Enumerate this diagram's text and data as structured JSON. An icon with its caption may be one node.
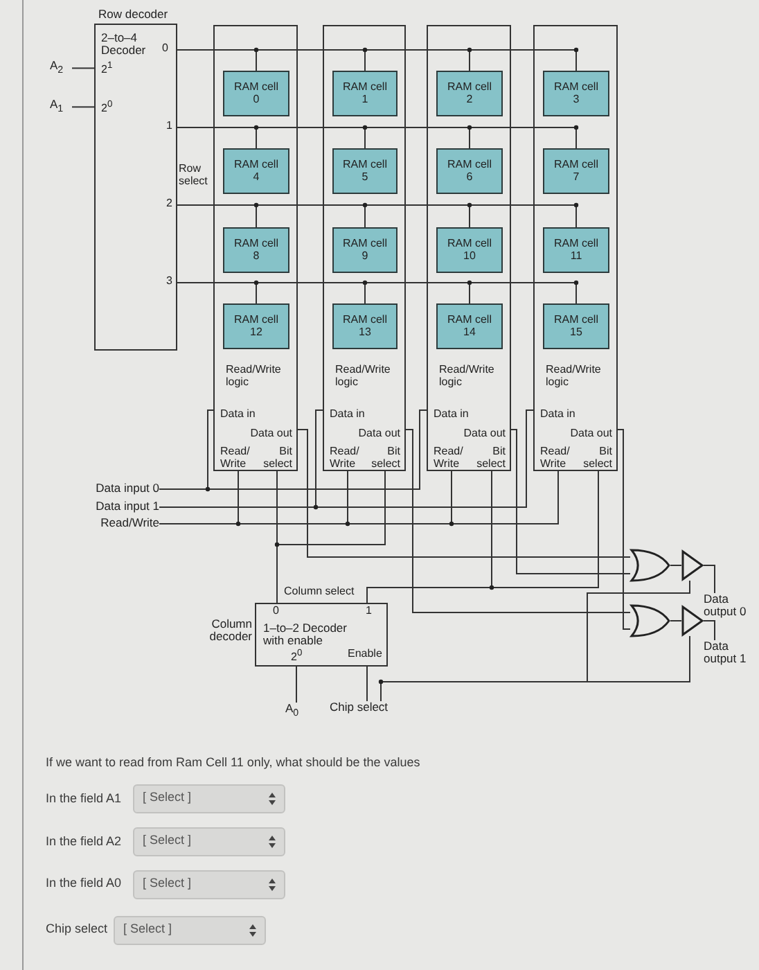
{
  "diagram": {
    "nodes": [
      {
        "text": [
          "Row decoder",
          "2–to–4 Decoder"
        ]
      },
      {
        "text": [
          "A$_{2}$"
        ]
      },
      {
        "text": [
          "A$_{1}$"
        ]
      },
      {
        "text": [
          "Read/Write logic",
          "Data in",
          "Data out",
          "Read/ Write",
          "Bit select"
        ]
      },
      {
        "text": [
          "Read/Write logic",
          "Data in",
          "Data out",
          "Read/ Write",
          "Bit select"
        ]
      },
      {
        "text": [
          "Read/Write logic",
          "Data in",
          "Data out",
          "Read/ Write",
          "Bit select"
        ]
      },
      {
        "text": [
          "Read/Write logic",
          "Data in",
          "Data out",
          "Read/ Write",
          "Bit select"
        ]
      },
      {
        "text": [
          "RAM cell 0"
        ],
        "in": 3
      },
      {
        "text": [
          "RAM cell 1"
        ],
        "in": 4
      },
      {
        "text": [
          "RAM cell 2"
        ],
        "in": 5
      },
      {
        "text": [
          "RAM cell 3"
        ],
        "in": 6
      },
      {
        "text": [
          "RAM cell 4"
        ],
        "in": 3
      },
      {
        "text": [
          "RAM cell 5"
        ],
        "in": 4
      },
      {
        "text": [
          "RAM cell 6"
        ],
        "in": 5
      },
      {
        "text": [
          "RAM cell 7"
        ],
        "in": 6
      },
      {
        "text": [
          "RAM cell 8"
        ],
        "in": 3
      },
      {
        "text": [
          "RAM cell 9"
        ],
        "in": 4
      },
      {
        "text": [
          "RAM cell 10"
        ],
        "in": 5
      },
      {
        "text": [
          "RAM cell 11"
        ],
        "in": 6
      },
      {
        "text": [
          "RAM cell 12"
        ],
        "in": 3
      },
      {
        "text": [
          "RAM cell 13"
        ],
        "in": 4
      },
      {
        "text": [
          "RAM cell 14"
        ],
        "in": 5
      },
      {
        "text": [
          "RAM cell 15"
        ],
        "in": 6
      },
      {
        "text": [
          "Data input 0"
        ]
      },
      {
        "text": [
          "Data input 1"
        ]
      },
      {
        "text": [
          "Read/Write"
        ]
      },
      {
        "text": [
          "1–to–2 Decoder with enable"
        ],
        "beside": [
          "Column decoder"
        ]
      },
      {
        "text": [
          "A$_{0}$"
        ]
      },
      {
        "text": [
          "Chip select"
        ]
      },
      {
        "text": [],
        "shape": "gate"
      },
      {
        "text": [],
        "shape": "triangle"
      },
      {
        "text": [],
        "shape": "gate"
      },
      {
        "text": [],
        "shape": "triangle"
      },
      {
        "text": [
          "Data output 0"
        ]
      },
      {
        "text": [
          "Data output 1"
        ]
      }
    ],
    "edges": [
      {
        "from": 1,
        "to": 0,
        "arrow": "none"
      },
      {
        "from": 2,
        "to": 0,
        "arrow": "none"
      },
      {
        "from": 0,
        "to": 7,
        "arrow": "none"
      },
      {
        "from": 0,
        "to": 8,
        "arrow": "none"
      },
      {
        "from": 0,
        "to": 9,
        "arrow": "none"
      },
      {
        "from": 0,
        "to": 10,
        "arrow": "none"
      },
      {
        "from": 0,
        "to": 11,
        "arrow": "none"
      },
      {
        "from": 0,
        "to": 12,
        "arrow": "none"
      },
      {
        "from": 0,
        "to": 13,
        "arrow": "none"
      },
      {
        "from": 0,
        "to": 14,
        "arrow": "none"
      },
      {
        "from": 0,
        "to": 15,
        "arrow": "none"
      },
      {
        "from": 0,
        "to": 16,
        "arrow": "none"
      },
      {
        "from": 0,
        "to": 17,
        "arrow": "none"
      },
      {
        "from": 0,
        "to": 18,
        "arrow": "none"
      },
      {
        "from": 0,
        "to": 19,
        "arrow": "none"
      },
      {
        "from": 0,
        "to": 20,
        "arrow": "none"
      },
      {
        "from": 0,
        "to": 21,
        "arrow": "none"
      },
      {
        "from": 0,
        "to": 22,
        "arrow": "none"
      },
      {
        "from": 23,
        "to": 3,
        "arrow": "none"
      },
      {
        "from": 23,
        "to": 5,
        "arrow": "none"
      },
      {
        "from": 24,
        "to": 4,
        "arrow": "none"
      },
      {
        "from": 24,
        "to": 6,
        "arrow": "none"
      },
      {
        "from": 25,
        "to": 3,
        "arrow": "none"
      },
      {
        "from": 25,
        "to": 4,
        "arrow": "none"
      },
      {
        "from": 25,
        "to": 5,
        "arrow": "none"
      },
      {
        "from": 25,
        "to": 6,
        "arrow": "none"
      },
      {
        "from": 26,
        "to": 3,
        "arrow": "none"
      },
      {
        "from": 26,
        "to": 4,
        "arrow": "none"
      },
      {
        "from": 26,
        "to": 5,
        "arrow": "none"
      },
      {
        "from": 26,
        "to": 6,
        "arrow": "none"
      },
      {
        "from": 3,
        "to": 29,
        "arrow": "none"
      },
      {
        "from": 5,
        "to": 29,
        "arrow": "none"
      },
      {
        "from": 4,
        "to": 31,
        "arrow": "none"
      },
      {
        "from": 6,
        "to": 31,
        "arrow": "none"
      },
      {
        "from": 29,
        "to": 30,
        "arrow": "none"
      },
      {
        "from": 31,
        "to": 32,
        "arrow": "none"
      },
      {
        "from": 30,
        "to": 33,
        "arrow": "none"
      },
      {
        "from": 32,
        "to": 34,
        "arrow": "none"
      },
      {
        "from": 27,
        "to": 26,
        "arrow": "none"
      },
      {
        "from": 28,
        "to": 26,
        "arrow": "none"
      },
      {
        "from": 28,
        "to": 32,
        "arrow": "none"
      },
      {
        "from": 28,
        "to": 30,
        "arrow": "none"
      }
    ],
    "labels": [
      "0",
      "2$^{1}$",
      "2$^{0}$",
      "1",
      "Row select",
      "2",
      "3",
      "Column select",
      "0",
      "1",
      "2$^{0}$",
      "Enable",
      "If we want to read from Ram Cell 11 only, what should be the values",
      "In the field A1",
      "[ Select ]",
      "In the field A2",
      "[ Select ]",
      "In the field A0",
      "[ Select ]",
      "Chip select",
      "[ Select ]"
    ]
  }
}
